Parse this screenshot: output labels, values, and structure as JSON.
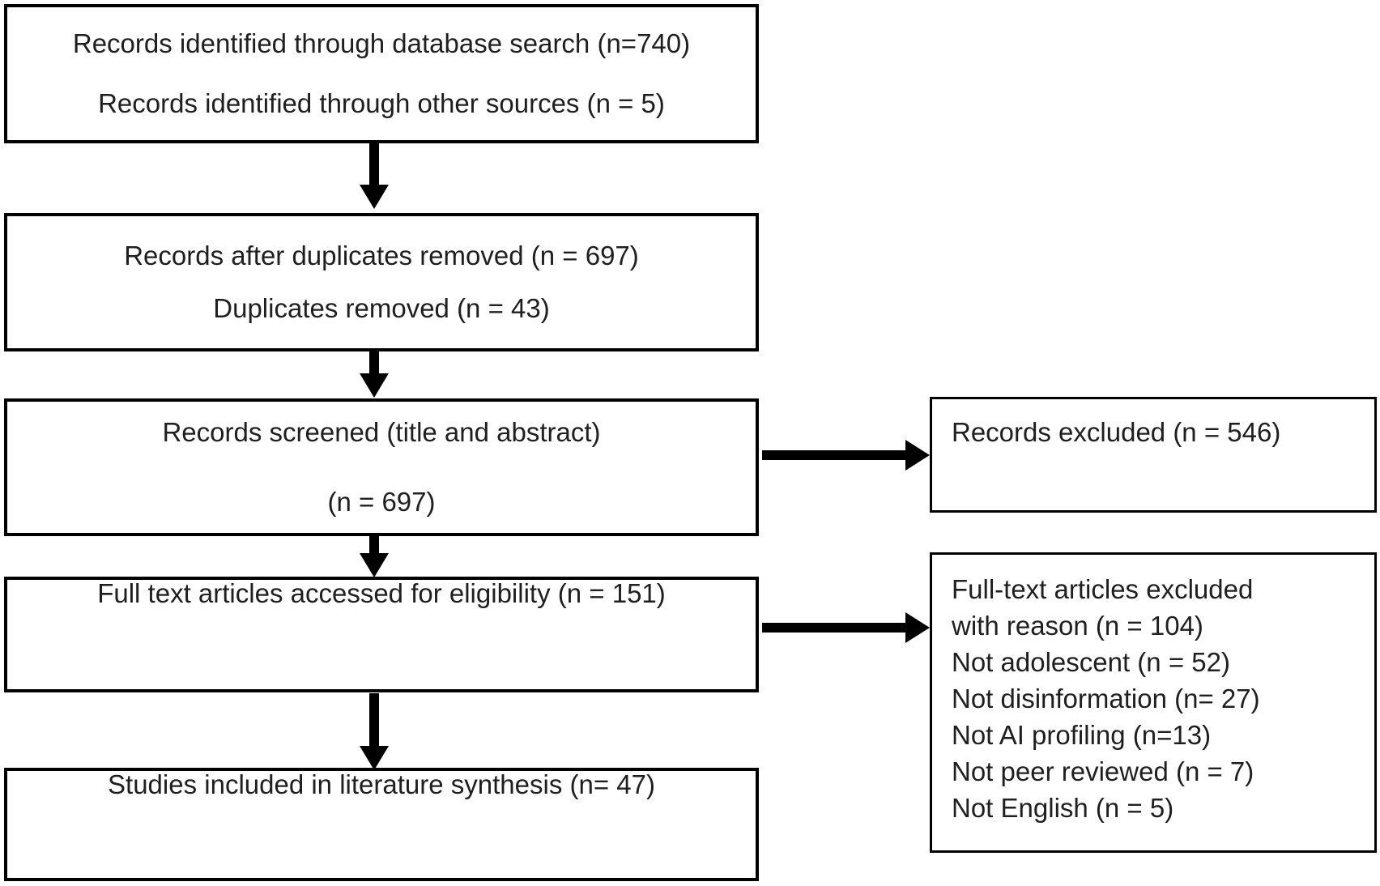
{
  "colors": {
    "background": "#ffffff",
    "box_background": "#ffffff",
    "box_border": "#000000",
    "arrow": "#000000",
    "text": "#1f1f1f"
  },
  "boxes": {
    "identification": {
      "lines": [
        "Records identified through database search (n=740)",
        "Records identified through other sources (n = 5)"
      ]
    },
    "deduplication": {
      "lines": [
        "Records after duplicates removed (n = 697)",
        "Duplicates removed (n = 43)"
      ]
    },
    "screening": {
      "lines": [
        "Records screened (title and abstract)",
        "(n = 697)"
      ]
    },
    "eligibility": {
      "lines": [
        "Full text articles accessed for eligibility (n = 151)"
      ]
    },
    "included": {
      "lines": [
        "Studies included in literature synthesis (n= 47)"
      ]
    },
    "records_excluded": {
      "lines": [
        "Records excluded (n = 546)"
      ]
    },
    "fulltext_excluded": {
      "lines": [
        "Full-text articles excluded",
        "with reason (n = 104)",
        "Not adolescent (n = 52)",
        "Not disinformation (n= 27)",
        "Not AI profiling (n=13)",
        "Not peer reviewed (n = 7)",
        "Not English (n = 5)"
      ]
    }
  }
}
